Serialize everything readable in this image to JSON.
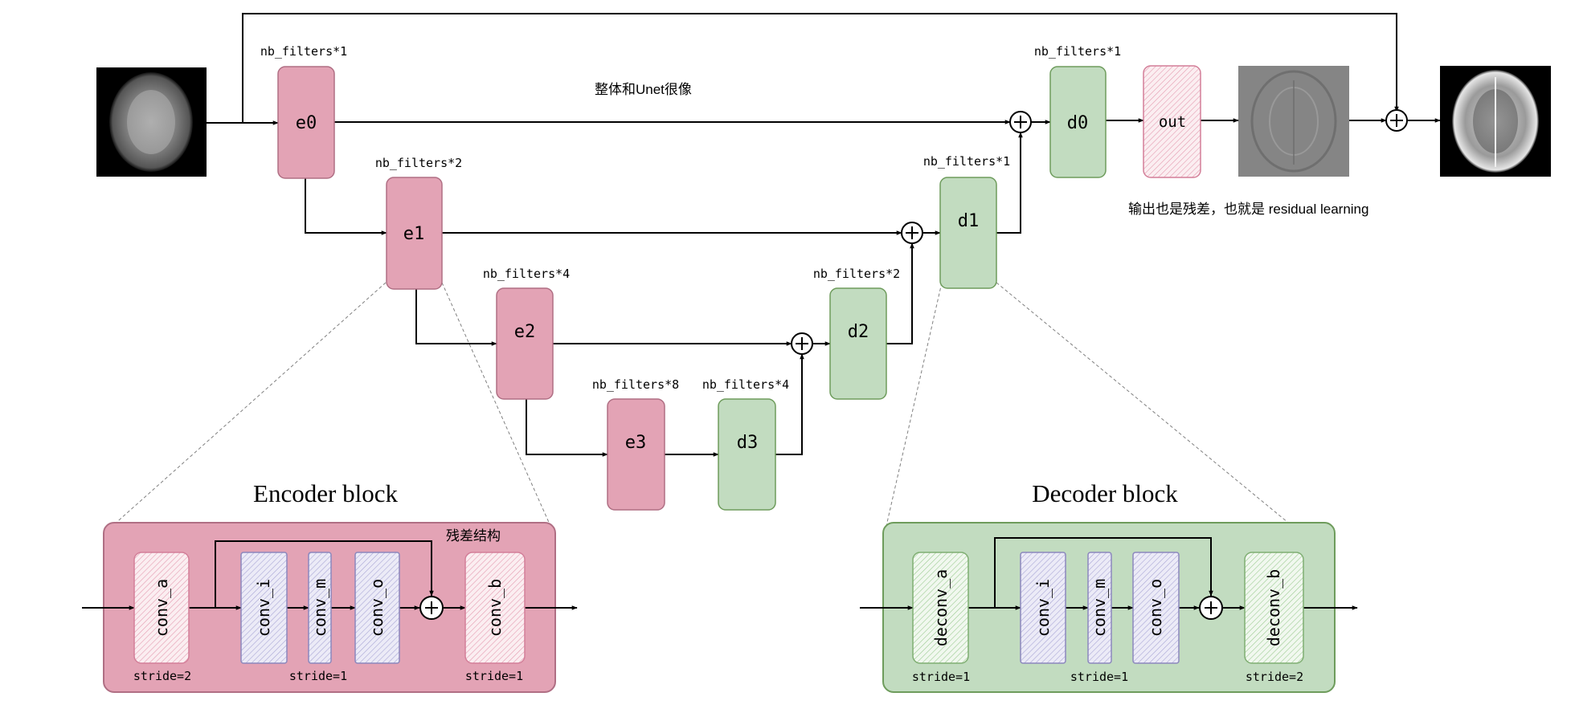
{
  "colors": {
    "encoder_fill": "#e3a3b5",
    "encoder_stroke": "#b06f84",
    "decoder_fill": "#c2dcc0",
    "decoder_stroke": "#6e9c5c",
    "inner_conv_fill": "#dcd7ee",
    "line": "#000000",
    "dashed": "#808080"
  },
  "main": {
    "e0": "e0",
    "e1": "e1",
    "e2": "e2",
    "e3": "e3",
    "d0": "d0",
    "d1": "d1",
    "d2": "d2",
    "d3": "d3",
    "out": "out"
  },
  "filters": {
    "e0": "nb_filters*1",
    "e1": "nb_filters*2",
    "e2": "nb_filters*4",
    "e3": "nb_filters*8",
    "d3": "nb_filters*4",
    "d2": "nb_filters*2",
    "d1": "nb_filters*1",
    "d0": "nb_filters*1"
  },
  "annotations": {
    "unet_like": "整体和Unet很像",
    "residual_output": "输出也是残差，也就是 residual learning"
  },
  "images": {
    "input": "brain-mri-input",
    "residual": "brain-residual-map",
    "output": "brain-mri-output"
  },
  "encoder_block": {
    "title": "Encoder block",
    "residual_label": "残差结构",
    "conv_a": "conv_a",
    "conv_i": "conv_i",
    "conv_m": "conv_m",
    "conv_o": "conv_o",
    "conv_b": "conv_b",
    "stride_a": "stride=2",
    "stride_mid": "stride=1",
    "stride_b": "stride=1"
  },
  "decoder_block": {
    "title": "Decoder block",
    "deconv_a": "deconv_a",
    "conv_i": "conv_i",
    "conv_m": "conv_m",
    "conv_o": "conv_o",
    "deconv_b": "deconv_b",
    "stride_a": "stride=1",
    "stride_mid": "stride=1",
    "stride_b": "stride=2"
  }
}
